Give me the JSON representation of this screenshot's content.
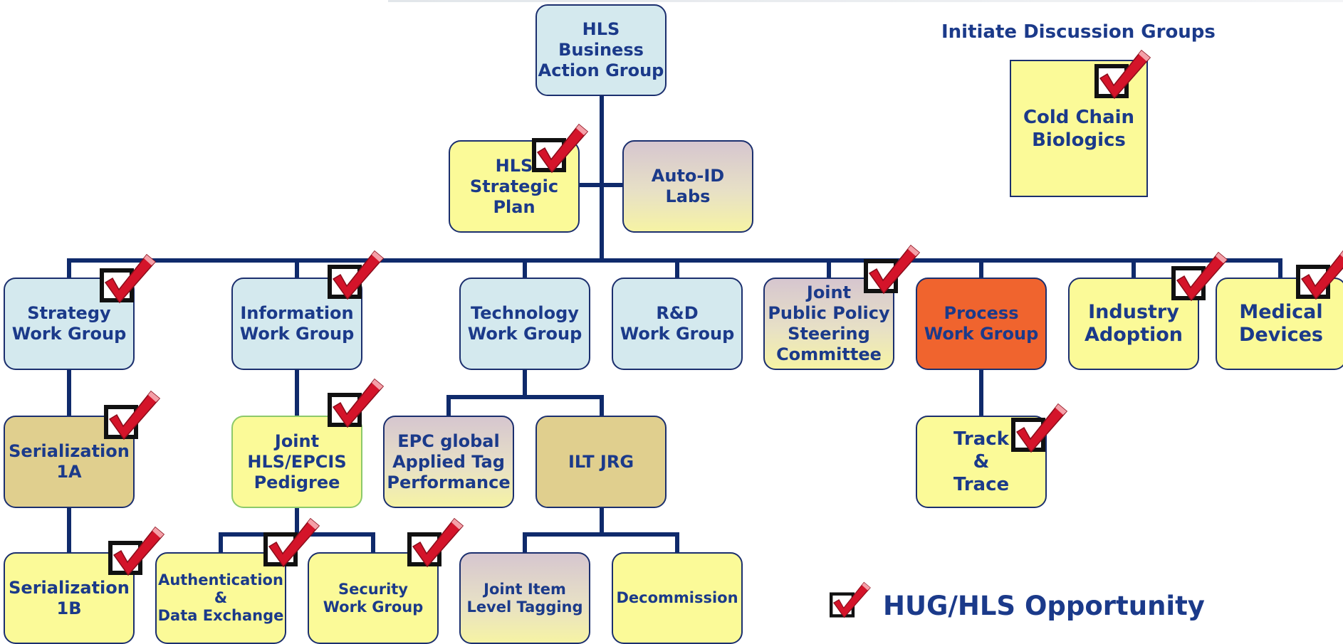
{
  "diagram": {
    "initiate_title": "Initiate Discussion Groups",
    "legend_label": "HUG/HLS Opportunity",
    "nodes": {
      "hls_bag": "HLS\nBusiness\nAction Group",
      "hls_strategic": "HLS\nStrategic\nPlan",
      "auto_id": "Auto-ID\nLabs",
      "strategy": "Strategy\nWork Group",
      "information": "Information\nWork Group",
      "technology": "Technology\nWork Group",
      "rnd": "R&D\nWork Group",
      "joint_policy": "Joint\nPublic Policy\nSteering\nCommittee",
      "process": "Process\nWork Group",
      "industry": "Industry\nAdoption",
      "medical": "Medical\nDevices",
      "serial_1a": "Serialization\n1A",
      "joint_hls": "Joint\nHLS/EPCIS\nPedigree",
      "epc_global": "EPC global\nApplied Tag\nPerformance",
      "ilt_jrg": "ILT JRG",
      "track_trace": "Track\n&\nTrace",
      "serial_1b": "Serialization\n1B",
      "auth": "Authentication\n&\nData Exchange",
      "security": "Security\nWork Group",
      "joint_item": "Joint Item\nLevel Tagging",
      "decommission": "Decommission",
      "cold_chain": "Cold Chain\nBiologics"
    },
    "colors": {
      "line": "#0f2a6b",
      "text": "#1b3a8a",
      "blue_box": "#d4e9ee",
      "yellow_box": "#fbfa98",
      "tan_box": "#e0cf8e",
      "orange_box": "#f0642e",
      "check_red": "#d4142a"
    }
  }
}
